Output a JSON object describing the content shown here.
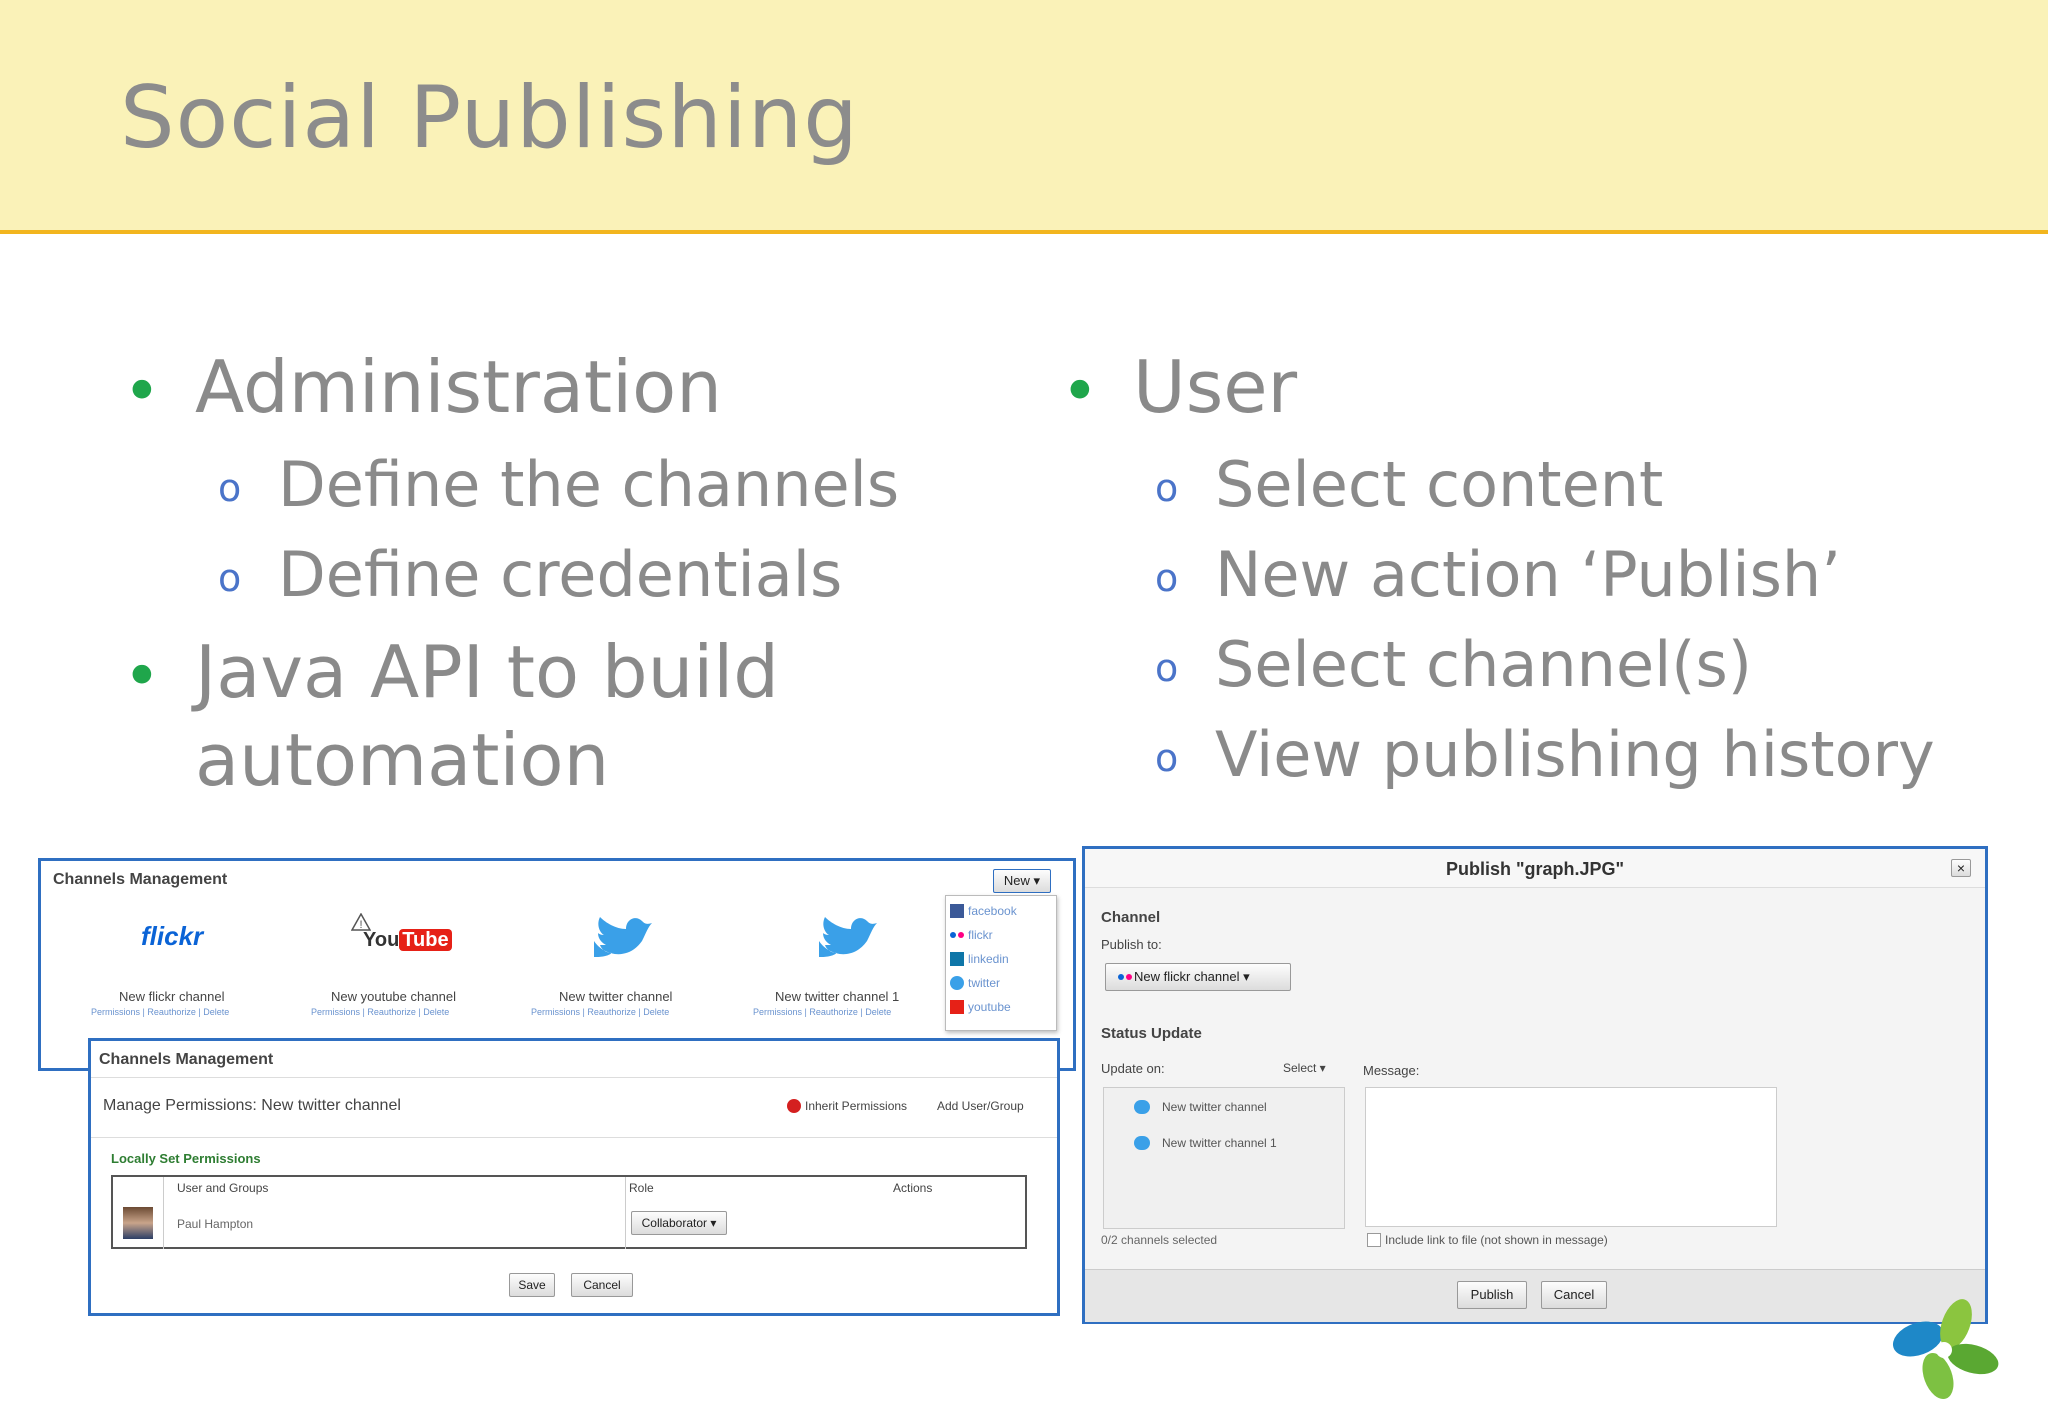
{
  "slide": {
    "title": "Social Publishing",
    "left": {
      "b1": "Administration",
      "b1_sub": [
        "Define the channels",
        "Define credentials"
      ],
      "b2_line1": "Java API to build",
      "b2_line2": "automation"
    },
    "right": {
      "b1": "User",
      "b1_sub": [
        "Select content",
        "New action ‘Publish’",
        "Select channel(s)",
        "View publishing history"
      ]
    },
    "bullet_glyph": "•",
    "sub_glyph": "o"
  },
  "colors": {
    "header_bg": "#faf2b8",
    "header_rule": "#f2b51e",
    "bullet": "#1fa64b",
    "frame": "#2f6fc1"
  },
  "channels_panel": {
    "title": "Channels Management",
    "new_button": "New ▾",
    "channels": [
      {
        "name": "New flickr channel",
        "icon": "flickr-logo"
      },
      {
        "name": "New youtube channel",
        "icon": "youtube-logo"
      },
      {
        "name": "New twitter channel",
        "icon": "twitter-bird"
      },
      {
        "name": "New twitter channel 1",
        "icon": "twitter-bird"
      }
    ],
    "channel_actions": "Permissions | Reauthorize | Delete",
    "logo_flickr": "flickr",
    "logo_you": "You",
    "logo_tube": "Tube",
    "new_menu": [
      "facebook",
      "flickr",
      "linkedin",
      "twitter",
      "youtube"
    ]
  },
  "permissions_panel": {
    "title": "Channels Management",
    "subtitle": "Manage Permissions: New twitter channel",
    "inherit": "Inherit Permissions",
    "add_group": "Add User/Group",
    "locally_set": "Locally Set Permissions",
    "col_users": "User and Groups",
    "col_role": "Role",
    "col_actions": "Actions",
    "user": "Paul Hampton",
    "role": "Collaborator ▾",
    "save": "Save",
    "cancel": "Cancel"
  },
  "publish_dialog": {
    "title": "Publish \"graph.JPG\"",
    "close": "×",
    "channel_heading": "Channel",
    "publish_to_label": "Publish to:",
    "publish_to_value": "New flickr channel ▾",
    "status_heading": "Status Update",
    "update_on_label": "Update on:",
    "select_label": "Select ▾",
    "message_label": "Message:",
    "update_channels": [
      "New twitter channel",
      "New twitter channel 1"
    ],
    "count": "0/2 channels selected",
    "include_link": "Include link to file (not shown in message)",
    "publish": "Publish",
    "cancel": "Cancel"
  }
}
